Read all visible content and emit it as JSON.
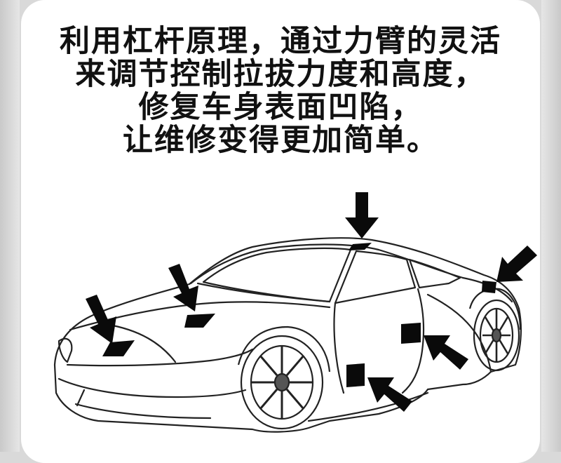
{
  "headline": {
    "lines": [
      "利用杠杆原理，通过力臂的灵活",
      "来调节控制拉拔力度和高度，",
      "修复车身表面凹陷，",
      "让维修变得更加简单。"
    ]
  },
  "colors": {
    "background": "#ffffff",
    "frame": "#d9d9d9",
    "text": "#111111",
    "line_art": "#222222",
    "marker": "#0a0a0a"
  },
  "illustration": {
    "subject": "car-line-drawing",
    "icon_names": [
      "arrow-icon",
      "dent-pad-marker"
    ]
  }
}
